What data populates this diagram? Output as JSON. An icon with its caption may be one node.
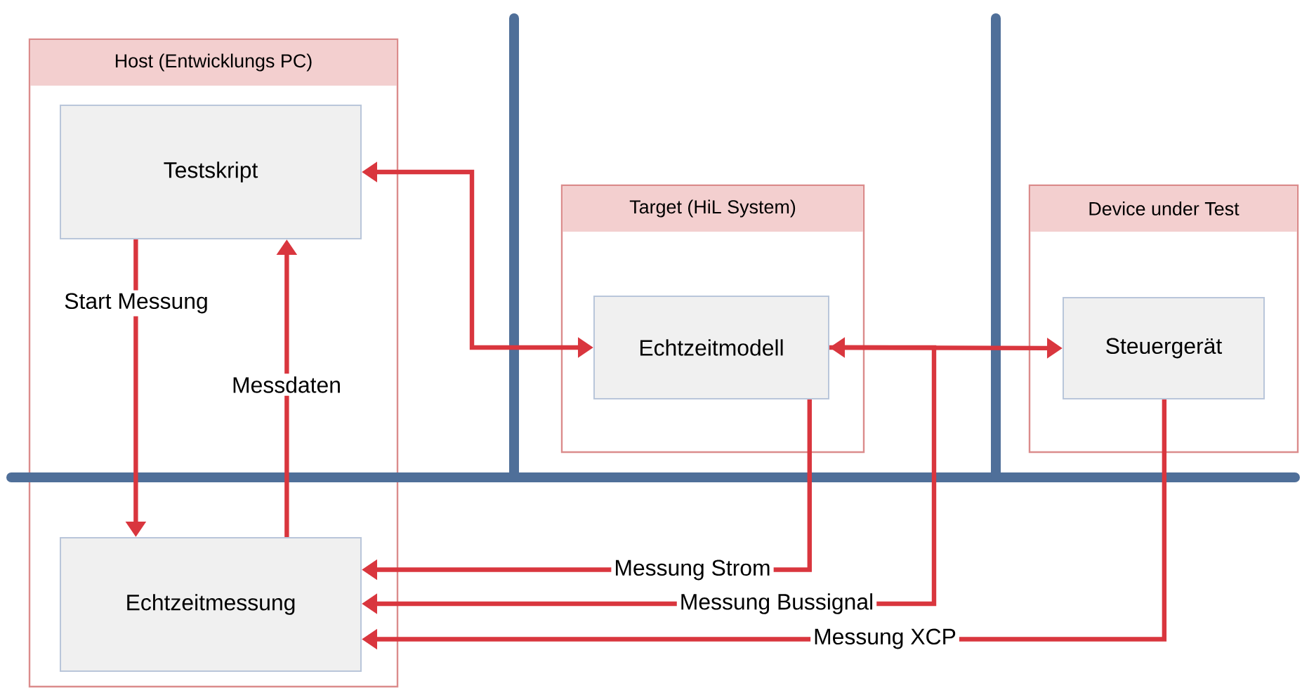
{
  "diagram": {
    "nodes": [
      {
        "text": [
          "Host (Entwicklungs PC)"
        ]
      },
      {
        "text": [
          "Testskript"
        ],
        "in": 0
      },
      {
        "text": [
          "Echtzeitmessung"
        ],
        "in": 0
      },
      {
        "text": [
          "Target (HiL System)"
        ]
      },
      {
        "text": [
          "Echtzeitmodell"
        ],
        "in": 3
      },
      {
        "text": [
          "Device under Test"
        ]
      },
      {
        "text": [
          "Steuergerät"
        ],
        "in": 5
      }
    ],
    "edges": [
      {
        "from": 4,
        "to": 1,
        "arrow": "both"
      },
      {
        "from": 1,
        "to": 2,
        "label": "Start Messung",
        "arrow": "to"
      },
      {
        "from": 2,
        "to": 1,
        "label": "Messdaten",
        "arrow": "to"
      },
      {
        "from": 4,
        "to": 6,
        "arrow": "both"
      },
      {
        "from": 4,
        "to": 2,
        "label": "Messung Strom",
        "arrow": "to"
      },
      {
        "from": 4,
        "to": 2,
        "label": "Messung Bussignal",
        "arrow": "to"
      },
      {
        "from": 6,
        "to": 2,
        "label": "Messung XCP",
        "arrow": "to"
      }
    ]
  }
}
